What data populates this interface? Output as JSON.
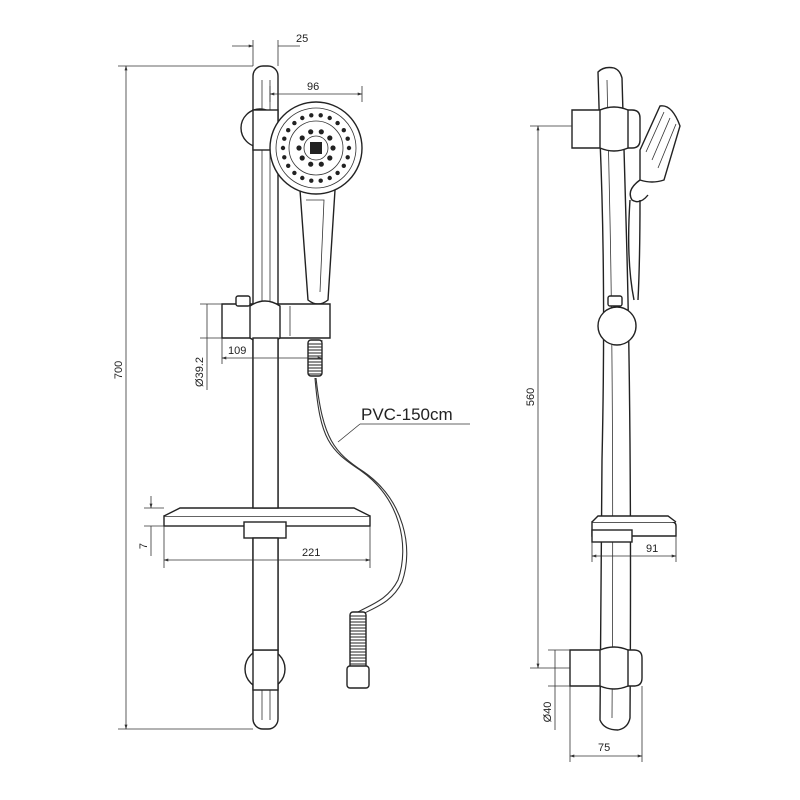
{
  "dimensions": {
    "bar_offset": "25",
    "head_width": "96",
    "total_height": "700",
    "holder_diameter": "Ø39.2",
    "holder_projection": "109",
    "dish_thickness": "7",
    "dish_width": "221",
    "bracket_spacing": "560",
    "dish_depth": "91",
    "bracket_diameter": "Ø40",
    "bracket_depth": "75"
  },
  "callouts": {
    "hose": "PVC-150cm"
  }
}
